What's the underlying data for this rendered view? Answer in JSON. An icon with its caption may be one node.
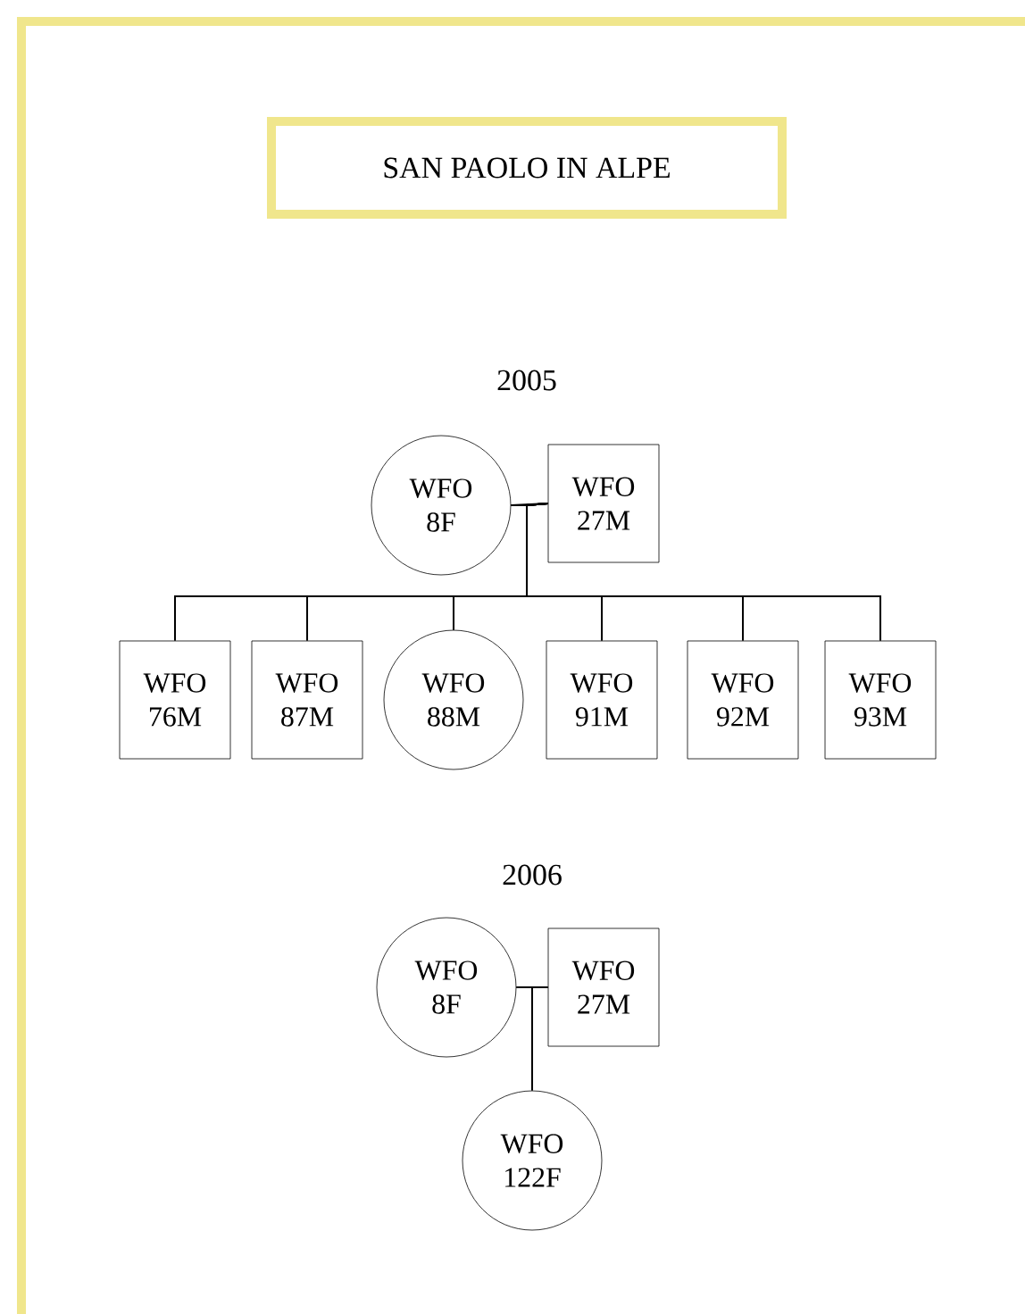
{
  "diagram": {
    "title": "SAN PAOLO IN ALPE",
    "nodes": [
      {
        "text": [
          "WFO 8F"
        ]
      },
      {
        "text": [
          "WFO 27M"
        ]
      },
      {
        "text": [
          "WFO 76M"
        ]
      },
      {
        "text": [
          "WFO 87M"
        ]
      },
      {
        "text": [
          "WFO 88M"
        ]
      },
      {
        "text": [
          "WFO 91M"
        ]
      },
      {
        "text": [
          "WFO 92M"
        ]
      },
      {
        "text": [
          "WFO 93M"
        ]
      },
      {
        "text": [
          "WFO 8F"
        ]
      },
      {
        "text": [
          "WFO 27M"
        ]
      },
      {
        "text": [
          "WFO 122F"
        ]
      }
    ],
    "edges": [
      {
        "from": 0,
        "to": 1,
        "arrow": "none"
      },
      {
        "from": 0,
        "to": 2,
        "arrow": "none"
      },
      {
        "from": 0,
        "to": 3,
        "arrow": "none"
      },
      {
        "from": 0,
        "to": 4,
        "arrow": "none"
      },
      {
        "from": 0,
        "to": 5,
        "arrow": "none"
      },
      {
        "from": 0,
        "to": 6,
        "arrow": "none"
      },
      {
        "from": 0,
        "to": 7,
        "arrow": "none"
      },
      {
        "from": 1,
        "to": 2,
        "arrow": "none"
      },
      {
        "from": 1,
        "to": 3,
        "arrow": "none"
      },
      {
        "from": 1,
        "to": 4,
        "arrow": "none"
      },
      {
        "from": 1,
        "to": 5,
        "arrow": "none"
      },
      {
        "from": 1,
        "to": 6,
        "arrow": "none"
      },
      {
        "from": 1,
        "to": 7,
        "arrow": "none"
      },
      {
        "from": 8,
        "to": 9,
        "arrow": "none"
      },
      {
        "from": 8,
        "to": 10,
        "arrow": "none"
      },
      {
        "from": 9,
        "to": 10,
        "arrow": "none"
      }
    ],
    "labels": [
      "2005",
      "2006"
    ]
  }
}
